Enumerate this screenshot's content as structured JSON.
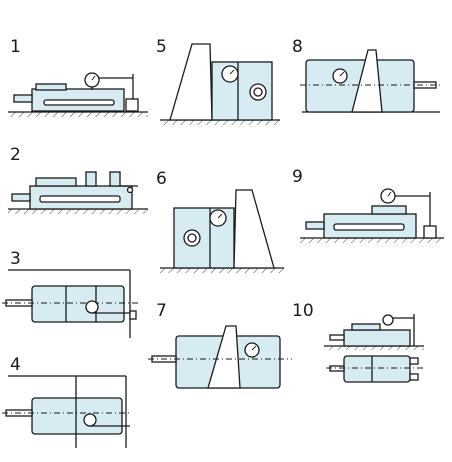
{
  "labels": {
    "n1": "1",
    "n2": "2",
    "n3": "3",
    "n4": "4",
    "n5": "5",
    "n6": "6",
    "n7": "7",
    "n8": "8",
    "n9": "9",
    "n10": "10"
  },
  "colors": {
    "fill": "#d6ebf2",
    "stroke": "#1a1a1a"
  }
}
